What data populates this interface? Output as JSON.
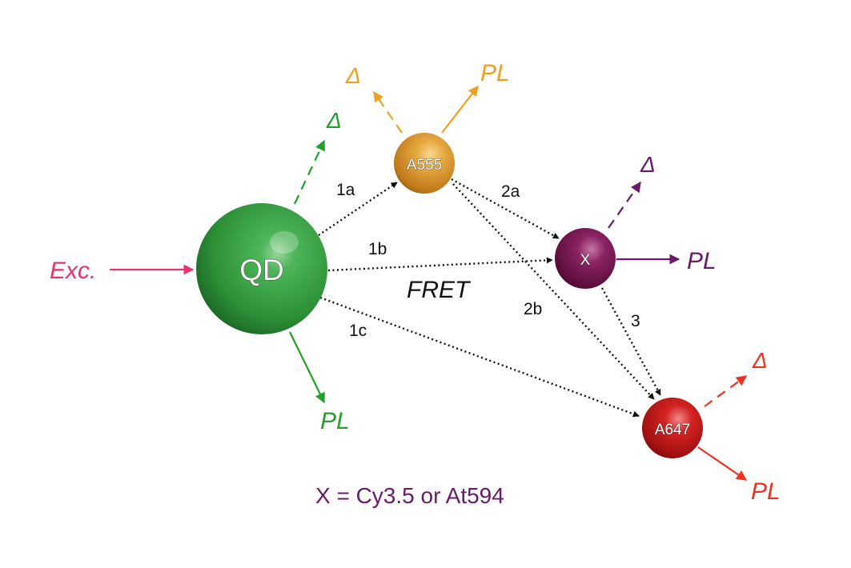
{
  "nodes": {
    "qd": {
      "label": "QD",
      "color": "#2e9a3e"
    },
    "a555": {
      "label": "A555",
      "color": "#e0a43a"
    },
    "x": {
      "label": "X",
      "color": "#7a1650"
    },
    "a647": {
      "label": "A647",
      "color": "#c81a1a"
    }
  },
  "labels": {
    "excitation": "Exc.",
    "fret": "FRET",
    "delta": "Δ",
    "pl": "PL",
    "path_1a": "1a",
    "path_1b": "1b",
    "path_1c": "1c",
    "path_2a": "2a",
    "path_2b": "2b",
    "path_3": "3"
  },
  "legend": "X = Cy3.5 or At594",
  "colors": {
    "excitation": "#e8336e",
    "qd": "#22a02a",
    "a555": "#f0a020",
    "x": "#6a1a6a",
    "a647": "#ee3322",
    "fret": "#111111"
  }
}
